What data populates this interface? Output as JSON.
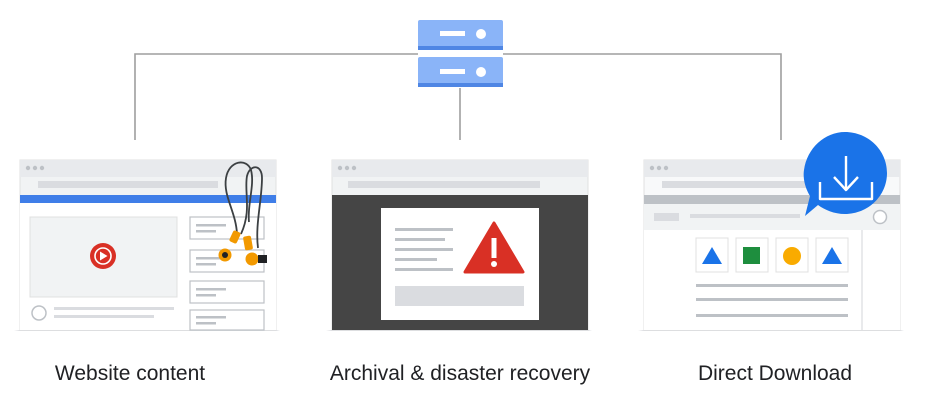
{
  "captions": {
    "website": "Website content",
    "archival": "Archival & disaster recovery",
    "download": "Direct Download"
  },
  "icons": {
    "storage": "storage-server-icon",
    "play": "play-icon",
    "earbuds": "earbuds-icon",
    "warning": "warning-icon",
    "download": "download-icon",
    "shapes": [
      "triangle-icon",
      "square-icon",
      "circle-icon",
      "triangle-icon"
    ]
  },
  "colors": {
    "server_blue": "#8ab4f8",
    "server_dark": "#4f86e4",
    "browser_blue": "#3f7ee8",
    "play_red": "#d93025",
    "earbud_orange": "#f29900",
    "download_blue": "#1a73e8",
    "shape_blue": "#1a73e8",
    "shape_green": "#1e8e3e",
    "shape_yellow": "#f9ab00",
    "dark_bg": "#454545",
    "frame_gray": "#e8eaed",
    "line_gray": "#9e9e9e"
  }
}
